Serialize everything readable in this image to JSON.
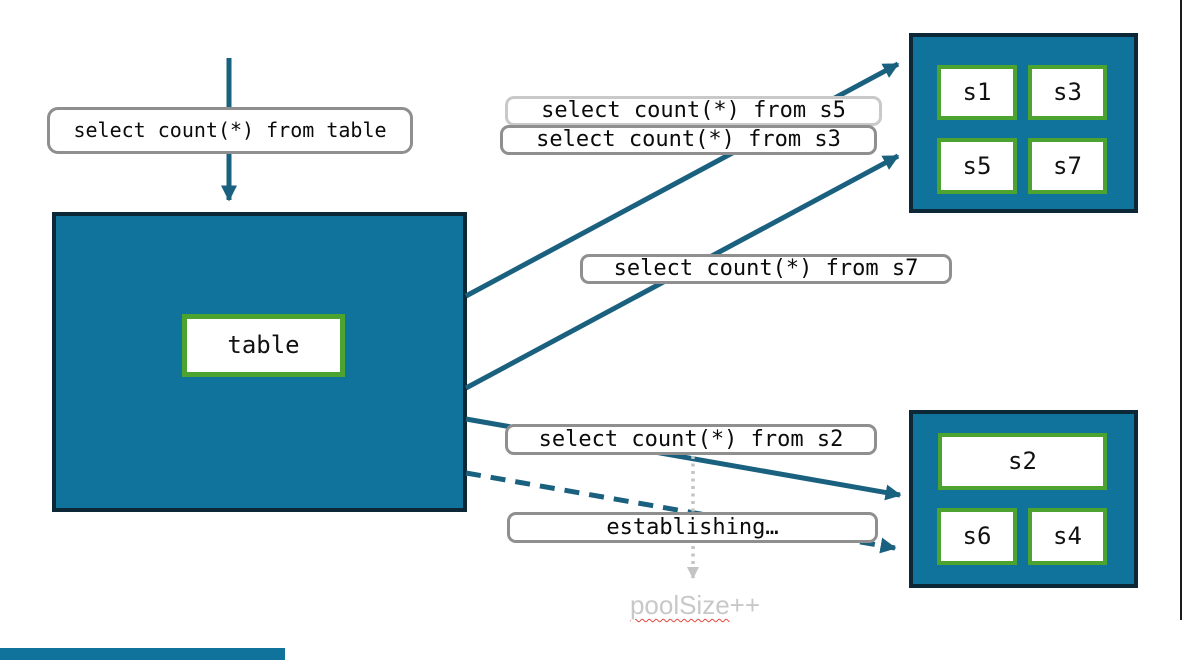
{
  "labels": {
    "query_table": "select count(*) from table",
    "query_s5": "select count(*) from s5",
    "query_s3": "select count(*) from s3",
    "query_s7": "select count(*) from s7",
    "query_s2": "select count(*) from s2",
    "establishing": "establishing…",
    "pool_size_word": "poolSize",
    "pool_size_suffix": "++"
  },
  "table_box": {
    "label": "table"
  },
  "shard_group_top": {
    "shards": [
      "s1",
      "s3",
      "s5",
      "s7"
    ]
  },
  "shard_group_bottom": {
    "shards": [
      "s2",
      "s6",
      "s4"
    ]
  },
  "colors": {
    "teal_fill": "#0F739C",
    "dark_border": "#0C2836",
    "green_border": "#4DA32F",
    "arrow_blue": "#1A607F",
    "label_border_gray": "#8F8F8F",
    "label_border_light": "#C9C9C9",
    "dotted_gray": "#C4C4C4",
    "muted_text": "#C8C8C8",
    "squiggle_red": "#E2473C"
  }
}
